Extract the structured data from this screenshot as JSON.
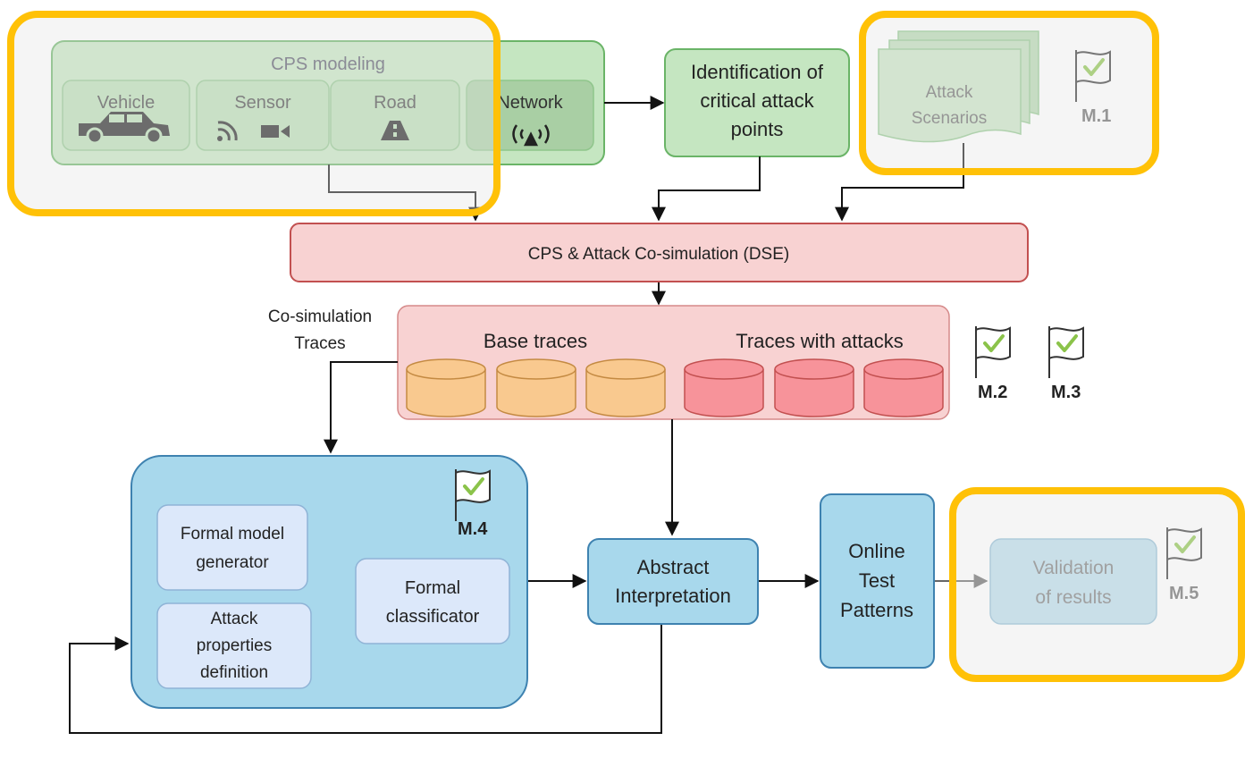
{
  "cps_modeling": {
    "title": "CPS modeling",
    "components": [
      {
        "label": "Vehicle",
        "icon": "car-icon"
      },
      {
        "label": "Sensor",
        "icon": "sensor-icon"
      },
      {
        "label": "Road",
        "icon": "road-icon"
      },
      {
        "label": "Network",
        "icon": "network-icon"
      }
    ]
  },
  "critical_points": {
    "lines": [
      "Identification of",
      "critical attack",
      "points"
    ]
  },
  "attack_scenarios": {
    "lines": [
      "Attack",
      "Scenarios"
    ]
  },
  "cosim": {
    "label": "CPS & Attack Co-simulation (DSE)"
  },
  "traces_caption": {
    "lines": [
      "Co-simulation",
      "Traces"
    ]
  },
  "traces": {
    "base_label": "Base traces",
    "attack_label": "Traces with attacks"
  },
  "formal": {
    "generator_lines": [
      "Formal model",
      "generator"
    ],
    "properties_lines": [
      "Attack",
      "properties",
      "definition"
    ],
    "classificator_lines": [
      "Formal",
      "classificator"
    ]
  },
  "abstract": {
    "lines": [
      "Abstract",
      "Interpretation"
    ]
  },
  "online": {
    "lines": [
      "Online",
      "Test",
      "Patterns"
    ]
  },
  "validation": {
    "lines": [
      "Validation",
      "of results"
    ]
  },
  "milestones": {
    "m1": "M.1",
    "m2": "M.2",
    "m3": "M.3",
    "m4": "M.4",
    "m5": "M.5"
  },
  "colors": {
    "highlight": "#FFC107",
    "green_fill": "#C5E6C1",
    "green_stroke": "#6AB467",
    "red_fill": "#F8D2D2",
    "red_stroke": "#C25050",
    "blue_fill": "#A8D8EC",
    "blue_stroke": "#3E82B0",
    "inner_fill": "#DCE8FA",
    "orange_cylinder": "#F9C98F",
    "red_cylinder": "#F7939A",
    "check": "#8BC34A"
  }
}
